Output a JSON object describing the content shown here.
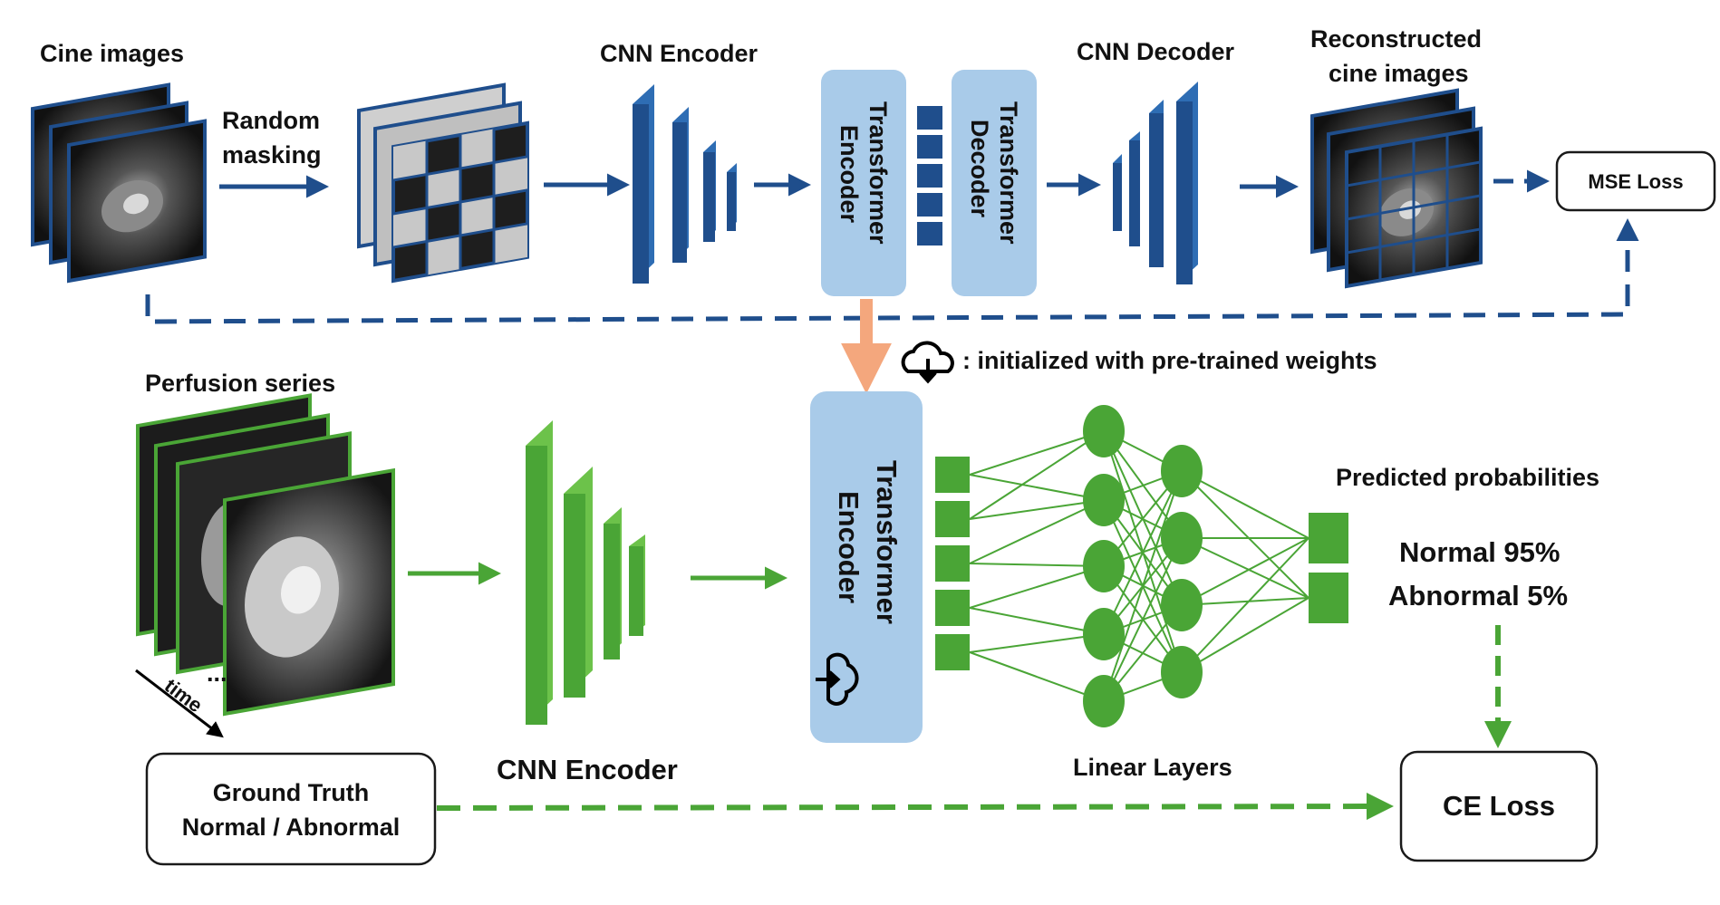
{
  "top": {
    "cine_title": "Cine images",
    "masking_label": [
      "Random",
      "masking"
    ],
    "cnn_encoder_title": "CNN Encoder",
    "transformer_encoder_label": [
      "Transformer",
      "Encoder"
    ],
    "transformer_decoder_label": [
      "Transformer",
      "Decoder"
    ],
    "cnn_decoder_title": "CNN Decoder",
    "reconstructed_title": [
      "Reconstructed",
      "cine images"
    ],
    "loss_label": "MSE Loss"
  },
  "legend": {
    "text": ": initialized with pre-trained weights",
    "icon": "cloud-download-icon"
  },
  "bottom": {
    "perfusion_title": "Perfusion series",
    "time_label": "time",
    "ellipsis": "...",
    "ground_truth_label": [
      "Ground Truth",
      "Normal / Abnormal"
    ],
    "cnn_encoder_title": "CNN Encoder",
    "transformer_encoder_label": [
      "Transformer",
      "Encoder"
    ],
    "linear_layers_title": "Linear Layers",
    "predicted_title": "Predicted probabilities",
    "predictions": [
      "Normal 95%",
      "Abnormal 5%"
    ],
    "loss_label": "CE Loss"
  },
  "colors": {
    "blue_dark": "#1f4e8c",
    "blue_mid": "#2e6db4",
    "blue_light": "#a9cbe9",
    "green": "#4aa536",
    "green_light": "#6cc24a",
    "orange": "#f4a77d"
  }
}
